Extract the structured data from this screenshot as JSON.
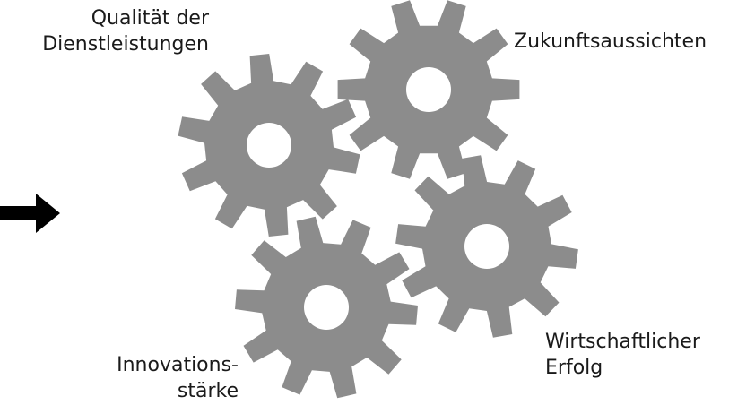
{
  "diagram": {
    "gear_color": "#8c8c8c",
    "hole_color": "#ffffff",
    "arrow_color": "#000000",
    "arrow_icon": "arrow-right-icon",
    "gears": [
      {
        "id": "quality",
        "label_lines": [
          "Qualität der",
          "Dienstleistungen"
        ]
      },
      {
        "id": "future",
        "label_lines": [
          "Zukunftsaussichten"
        ]
      },
      {
        "id": "economic",
        "label_lines": [
          "Wirtschaftlicher",
          "Erfolg"
        ]
      },
      {
        "id": "innovation",
        "label_lines": [
          "Innovations-",
          "stärke"
        ]
      }
    ]
  }
}
